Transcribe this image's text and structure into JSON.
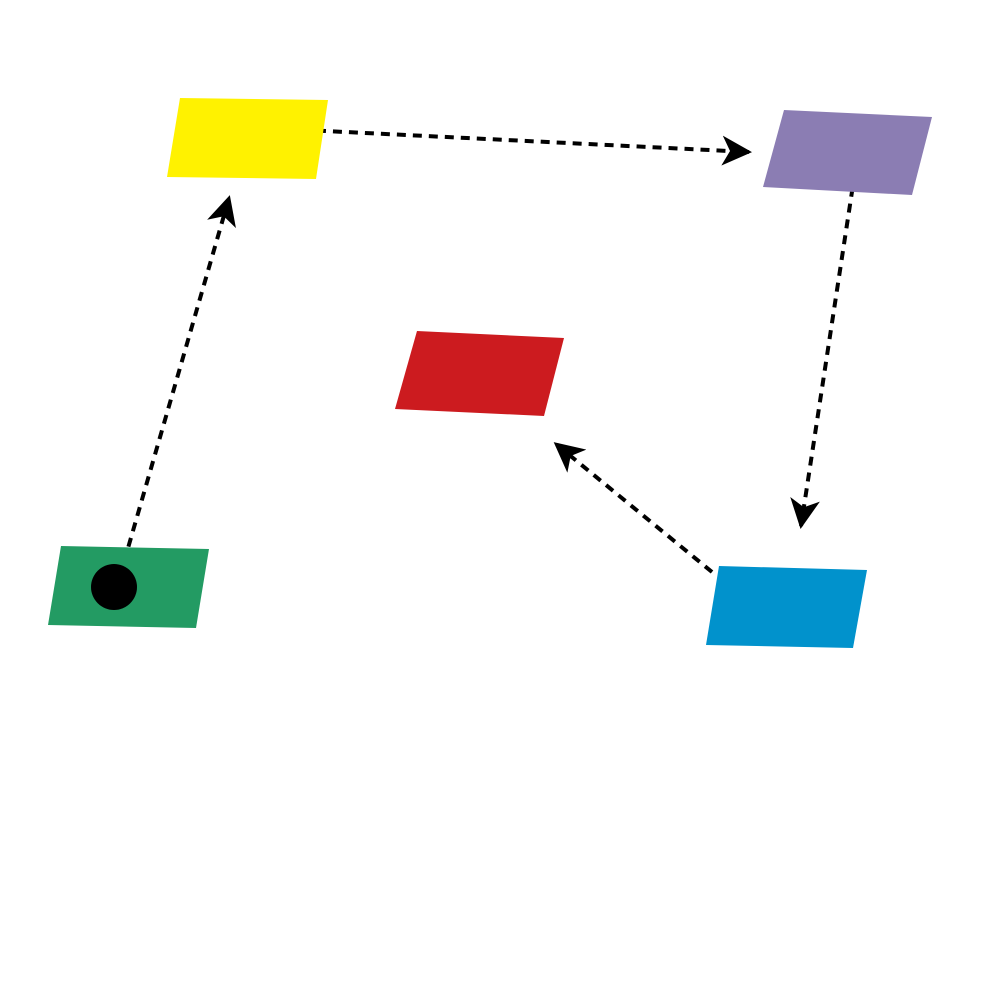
{
  "nodes": [
    {
      "id": "yellow",
      "color": "#FFF200"
    },
    {
      "id": "purple",
      "color": "#8B7DB3"
    },
    {
      "id": "red",
      "color": "#CC1B1F"
    },
    {
      "id": "green",
      "color": "#239B63"
    },
    {
      "id": "blue",
      "color": "#0192CC"
    }
  ],
  "edges": [
    {
      "from": "green",
      "to": "yellow",
      "style": "dashed"
    },
    {
      "from": "yellow",
      "to": "purple",
      "style": "dashed"
    },
    {
      "from": "purple",
      "to": "blue",
      "style": "dashed"
    },
    {
      "from": "blue",
      "to": "red",
      "style": "dashed"
    }
  ],
  "start_marker": {
    "node": "green",
    "shape": "filled-circle",
    "color": "#000000"
  }
}
